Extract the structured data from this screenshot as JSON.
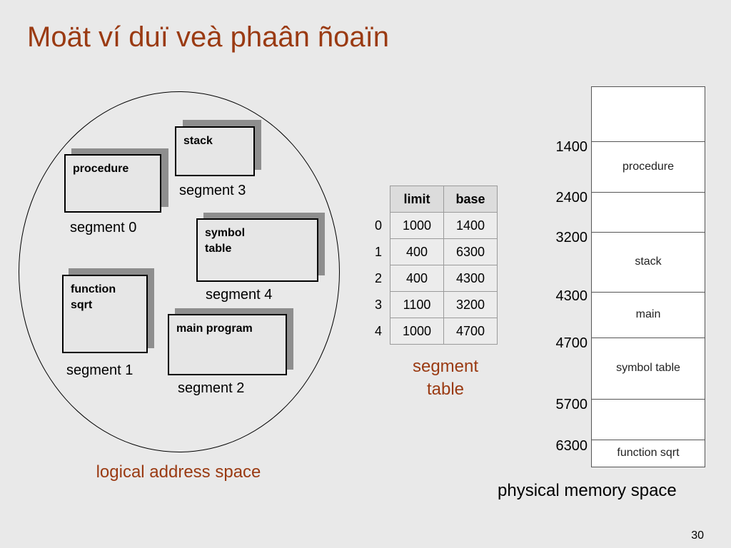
{
  "title": "Moät ví duï veà phaân ñoaïn",
  "logical": {
    "segments": [
      {
        "box_text": "procedure",
        "label": "segment 0"
      },
      {
        "box_text": "function sqrt",
        "label": "segment 1"
      },
      {
        "box_text": "main program",
        "label": "segment 2"
      },
      {
        "box_text": "stack",
        "label": "segment 3"
      },
      {
        "box_text": "symbol table",
        "label": "segment 4"
      }
    ],
    "caption": "logical address space"
  },
  "segment_table": {
    "headers": [
      "limit",
      "base"
    ],
    "rows": [
      {
        "index": "0",
        "limit": "1000",
        "base": "1400"
      },
      {
        "index": "1",
        "limit": "400",
        "base": "6300"
      },
      {
        "index": "2",
        "limit": "400",
        "base": "4300"
      },
      {
        "index": "3",
        "limit": "1100",
        "base": "3200"
      },
      {
        "index": "4",
        "limit": "1000",
        "base": "4700"
      }
    ],
    "caption": "segment table"
  },
  "physical": {
    "addresses": [
      "1400",
      "2400",
      "3200",
      "4300",
      "4700",
      "5700",
      "6300"
    ],
    "blocks": [
      "procedure",
      "stack",
      "main",
      "symbol table",
      "function sqrt"
    ],
    "caption": "physical memory space"
  },
  "page_number": "30",
  "colors": {
    "accent": "#9a3a12",
    "box_fill": "#e6e6e6",
    "shadow": "#8e8e8e"
  }
}
